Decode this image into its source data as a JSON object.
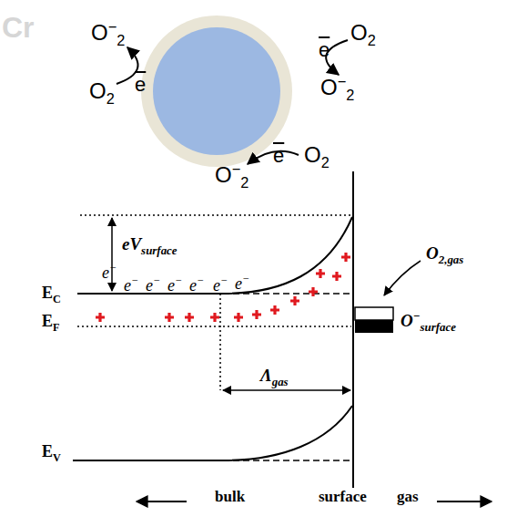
{
  "diagram": {
    "labels": [
      "Cr",
      "O−2",
      "O2",
      "e",
      "e",
      "O2",
      "O−2",
      "O2",
      "e",
      "O−2",
      "eVsurface",
      "e−",
      "e−",
      "e−",
      "e−",
      "e−",
      "e−",
      "e−",
      "EC",
      "EF",
      "EV",
      "O2,gas",
      "O−surface",
      "Λgas",
      "bulk",
      "surface",
      "gas"
    ]
  }
}
